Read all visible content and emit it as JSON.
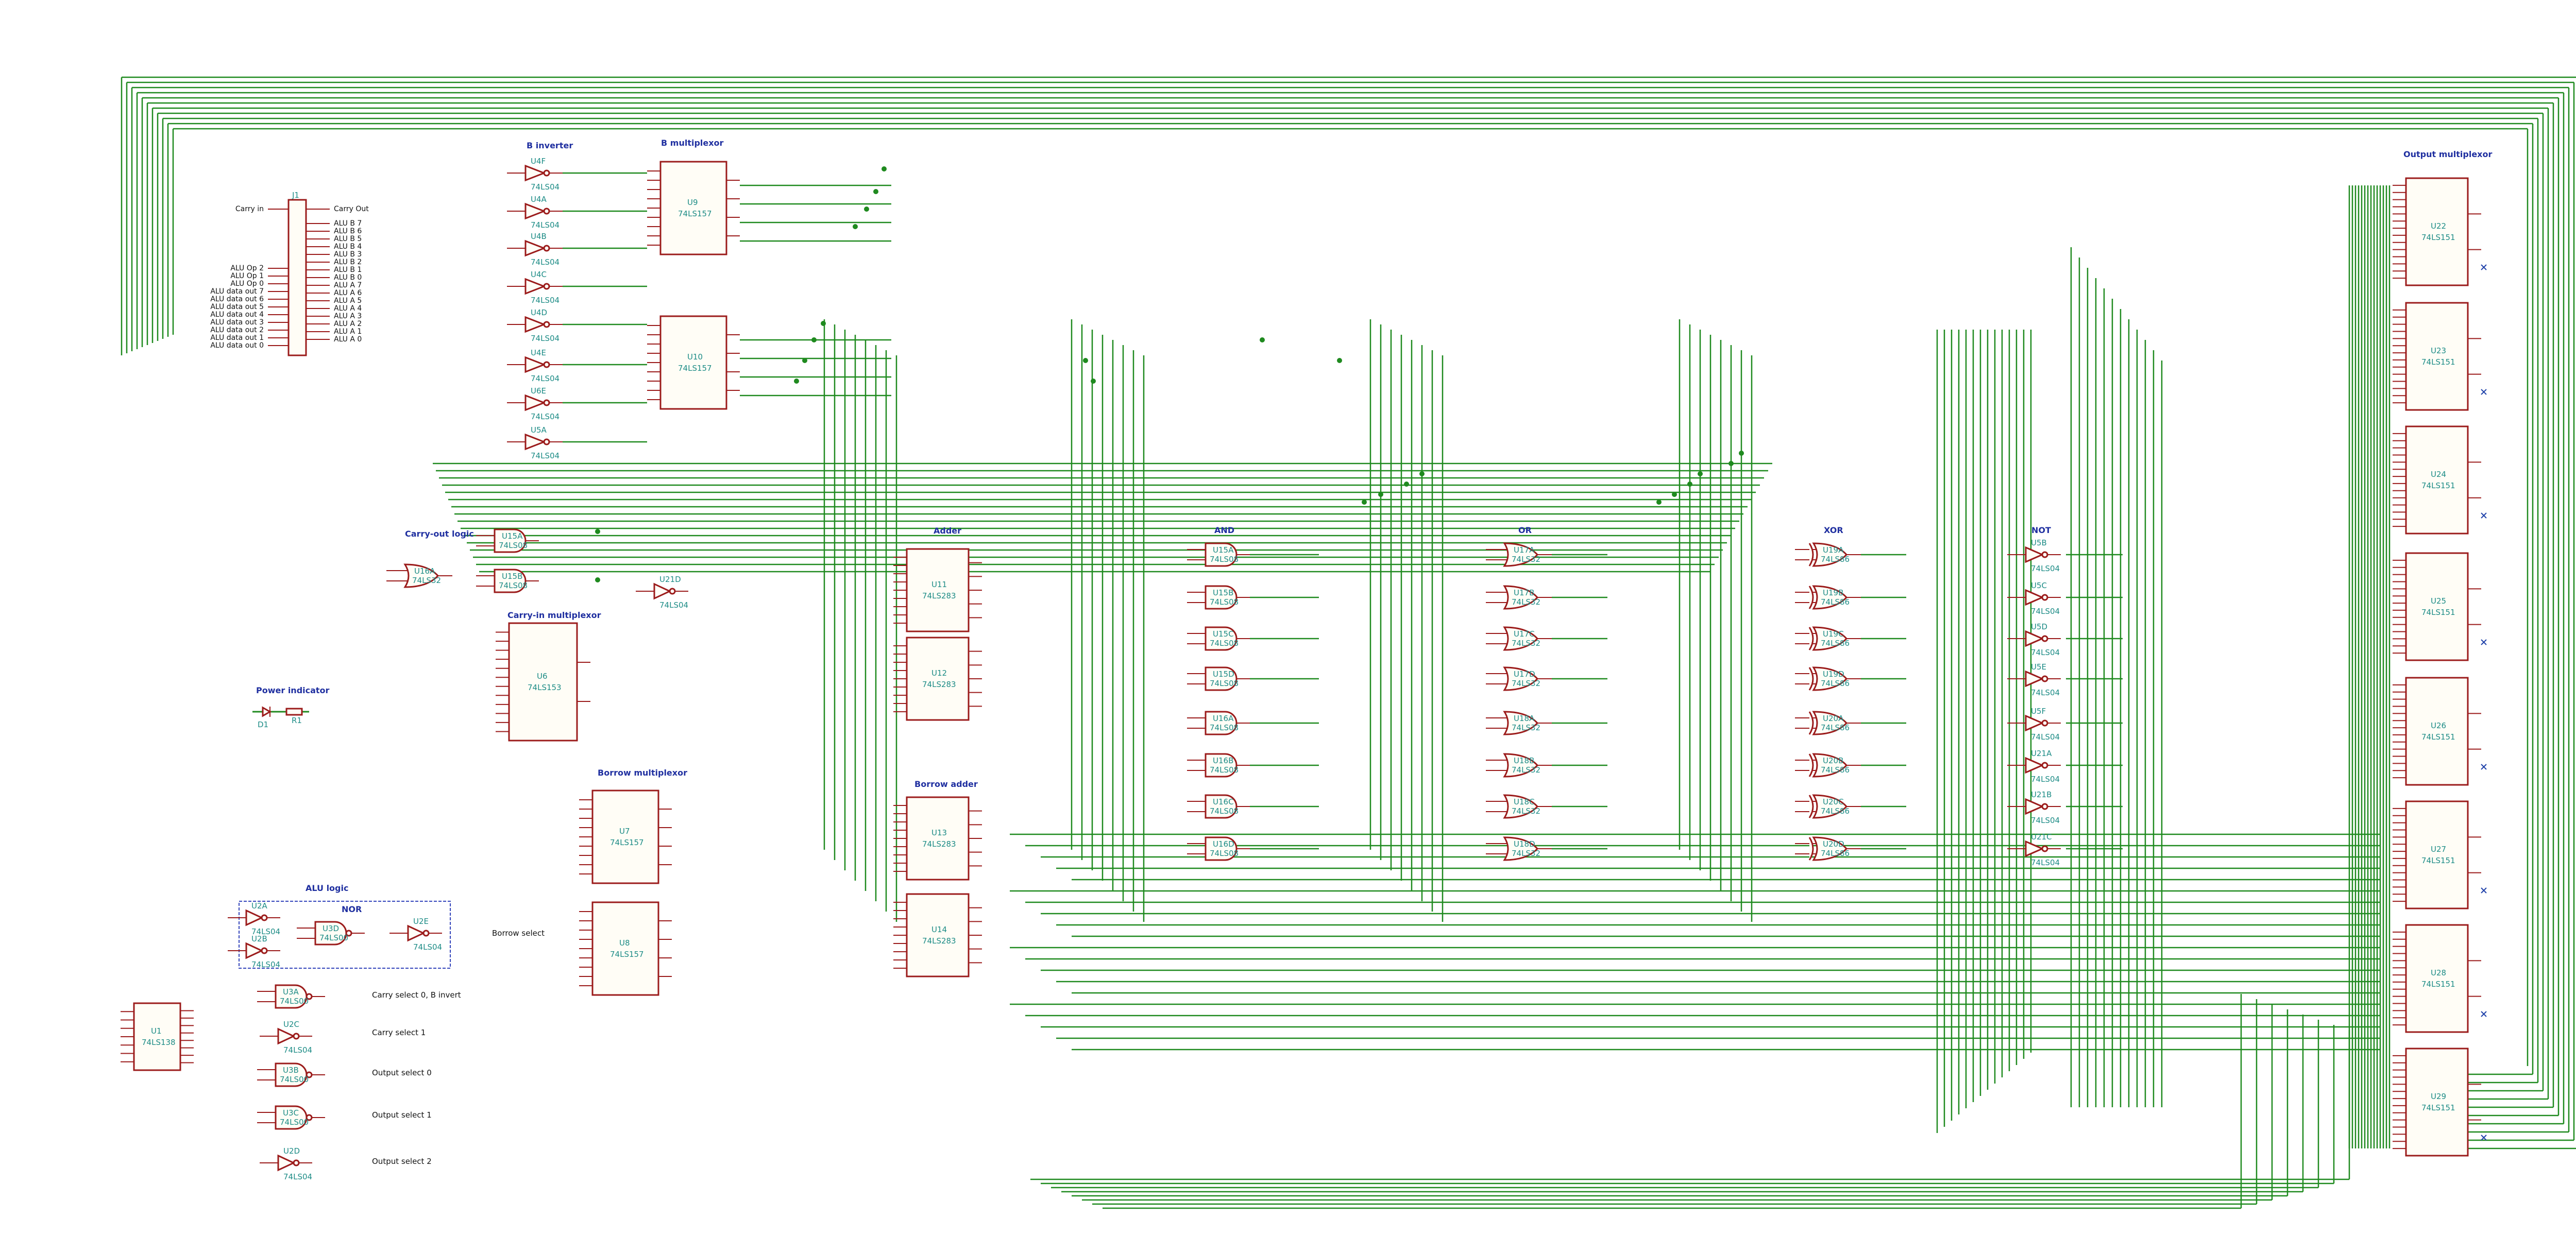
{
  "section_titles": {
    "b_inverter": "B inverter",
    "b_mux": "B multiplexor",
    "carry_out_logic": "Carry-out logic",
    "carry_in_mux": "Carry-in multiplexor",
    "power_indicator": "Power indicator",
    "alu_logic": "ALU logic",
    "nor": "NOR",
    "borrow_mux": "Borrow multiplexor",
    "borrow_adder": "Borrow adder",
    "adder": "Adder",
    "and": "AND",
    "or": "OR",
    "xor": "XOR",
    "not": "NOT",
    "output_mux": "Output multiplexor"
  },
  "connector": {
    "ref": "J1",
    "left_labels": [
      "Carry in",
      "ALU Op 2",
      "ALU Op 1",
      "ALU Op 0",
      "ALU data out 7",
      "ALU data out 6",
      "ALU data out 5",
      "ALU data out 4",
      "ALU data out 3",
      "ALU data out 2",
      "ALU data out 1",
      "ALU data out 0"
    ],
    "right_labels": [
      "Carry Out",
      "ALU B 7",
      "ALU B 6",
      "ALU B 5",
      "ALU B 4",
      "ALU B 3",
      "ALU B 2",
      "ALU B 1",
      "ALU B 0",
      "ALU A 7",
      "ALU A 6",
      "ALU A 5",
      "ALU A 4",
      "ALU A 3",
      "ALU A 2",
      "ALU A 1",
      "ALU A 0"
    ]
  },
  "net_labels": {
    "borrow_select": "Borrow select",
    "carry_select_0": "Carry select 0, B invert",
    "carry_select_1": "Carry select 1",
    "output_select_0": "Output select 0",
    "output_select_1": "Output select 1",
    "output_select_2": "Output select 2"
  },
  "inverters_b": [
    {
      "ref": "U4F",
      "value": "74LS04"
    },
    {
      "ref": "U4A",
      "value": "74LS04"
    },
    {
      "ref": "U4B",
      "value": "74LS04"
    },
    {
      "ref": "U4C",
      "value": "74LS04"
    },
    {
      "ref": "U4D",
      "value": "74LS04"
    },
    {
      "ref": "U4E",
      "value": "74LS04"
    },
    {
      "ref": "U6E",
      "value": "74LS04"
    },
    {
      "ref": "U5A",
      "value": "74LS04"
    }
  ],
  "mux_b": [
    {
      "ref": "U9",
      "value": "74LS157"
    },
    {
      "ref": "U10",
      "value": "74LS157"
    }
  ],
  "carry_out": [
    {
      "ref": "U15A",
      "value": "74LS08"
    },
    {
      "ref": "U15B",
      "value": "74LS08"
    },
    {
      "ref": "U16A",
      "value": "74LS32"
    },
    {
      "ref": "U21D",
      "value": "74LS04"
    }
  ],
  "carry_in": {
    "ref": "U6",
    "value": "74LS153"
  },
  "power": {
    "led": "D1",
    "resistor": "R1",
    "value": "LED"
  },
  "alu_logic_parts": [
    {
      "ref": "U2A",
      "value": "74LS04"
    },
    {
      "ref": "U2B",
      "value": "74LS04"
    },
    {
      "ref": "U3D",
      "value": "74LS00"
    },
    {
      "ref": "U2E",
      "value": "74LS04"
    }
  ],
  "decoder": {
    "ref": "U1",
    "value": "74LS138"
  },
  "select_gates": [
    {
      "ref": "U3A",
      "value": "74LS00"
    },
    {
      "ref": "U2C",
      "value": "74LS04"
    },
    {
      "ref": "U3B",
      "value": "74LS00"
    },
    {
      "ref": "U3C",
      "value": "74LS00"
    },
    {
      "ref": "U2D",
      "value": "74LS04"
    }
  ],
  "mux_borrow": [
    {
      "ref": "U7",
      "value": "74LS157"
    },
    {
      "ref": "U8",
      "value": "74LS157"
    }
  ],
  "adders": [
    {
      "ref": "U11",
      "value": "74LS283"
    },
    {
      "ref": "U12",
      "value": "74LS283"
    },
    {
      "ref": "U13",
      "value": "74LS283"
    },
    {
      "ref": "U14",
      "value": "74LS283"
    }
  ],
  "and_gates": [
    {
      "ref": "U15A",
      "value": "74LS08"
    },
    {
      "ref": "U15B",
      "value": "74LS08"
    },
    {
      "ref": "U15C",
      "value": "74LS08"
    },
    {
      "ref": "U15D",
      "value": "74LS08"
    },
    {
      "ref": "U16A",
      "value": "74LS08"
    },
    {
      "ref": "U16B",
      "value": "74LS08"
    },
    {
      "ref": "U16C",
      "value": "74LS08"
    },
    {
      "ref": "U16D",
      "value": "74LS08"
    }
  ],
  "or_gates": [
    {
      "ref": "U17A",
      "value": "74LS32"
    },
    {
      "ref": "U17B",
      "value": "74LS32"
    },
    {
      "ref": "U17C",
      "value": "74LS32"
    },
    {
      "ref": "U17D",
      "value": "74LS32"
    },
    {
      "ref": "U18A",
      "value": "74LS32"
    },
    {
      "ref": "U18B",
      "value": "74LS32"
    },
    {
      "ref": "U18C",
      "value": "74LS32"
    },
    {
      "ref": "U18D",
      "value": "74LS32"
    }
  ],
  "xor_gates": [
    {
      "ref": "U19A",
      "value": "74LS86"
    },
    {
      "ref": "U19B",
      "value": "74LS86"
    },
    {
      "ref": "U19C",
      "value": "74LS86"
    },
    {
      "ref": "U19D",
      "value": "74LS86"
    },
    {
      "ref": "U20A",
      "value": "74LS86"
    },
    {
      "ref": "U20B",
      "value": "74LS86"
    },
    {
      "ref": "U20C",
      "value": "74LS86"
    },
    {
      "ref": "U20D",
      "value": "74LS86"
    }
  ],
  "not_gates": [
    {
      "ref": "U5B",
      "value": "74LS04"
    },
    {
      "ref": "U5C",
      "value": "74LS04"
    },
    {
      "ref": "U5D",
      "value": "74LS04"
    },
    {
      "ref": "U5E",
      "value": "74LS04"
    },
    {
      "ref": "U5F",
      "value": "74LS04"
    },
    {
      "ref": "U21A",
      "value": "74LS04"
    },
    {
      "ref": "U21B",
      "value": "74LS04"
    },
    {
      "ref": "U21C",
      "value": "74LS04"
    }
  ],
  "output_muxes": [
    {
      "ref": "U22",
      "value": "74LS151"
    },
    {
      "ref": "U23",
      "value": "74LS151"
    },
    {
      "ref": "U24",
      "value": "74LS151"
    },
    {
      "ref": "U25",
      "value": "74LS151"
    },
    {
      "ref": "U26",
      "value": "74LS151"
    },
    {
      "ref": "U27",
      "value": "74LS151"
    },
    {
      "ref": "U28",
      "value": "74LS151"
    },
    {
      "ref": "U29",
      "value": "74LS151"
    }
  ],
  "colors": {
    "wire": "#1f8a1f",
    "body": "#9b1b1b",
    "text": "#1d8c86",
    "title": "#1f2fa0"
  }
}
